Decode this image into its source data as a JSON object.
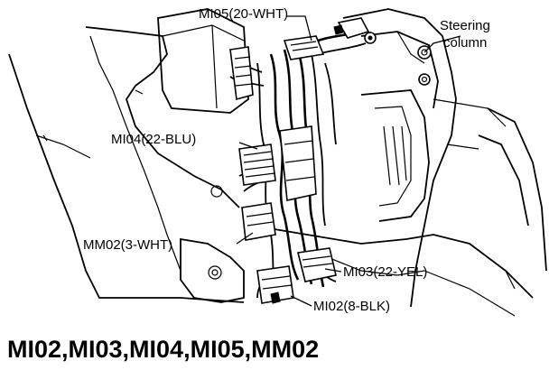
{
  "callouts": {
    "mi05": "MI05(20-WHT)",
    "steering_line1": "Steering",
    "steering_line2": "column",
    "mi04": "MI04(22-BLU)",
    "mm02": "MM02(3-WHT)",
    "mi03": "MI03(22-YEL)",
    "mi02": "MI02(8-BLK)"
  },
  "caption": "MI02,MI03,MI04,MI05,MM02"
}
